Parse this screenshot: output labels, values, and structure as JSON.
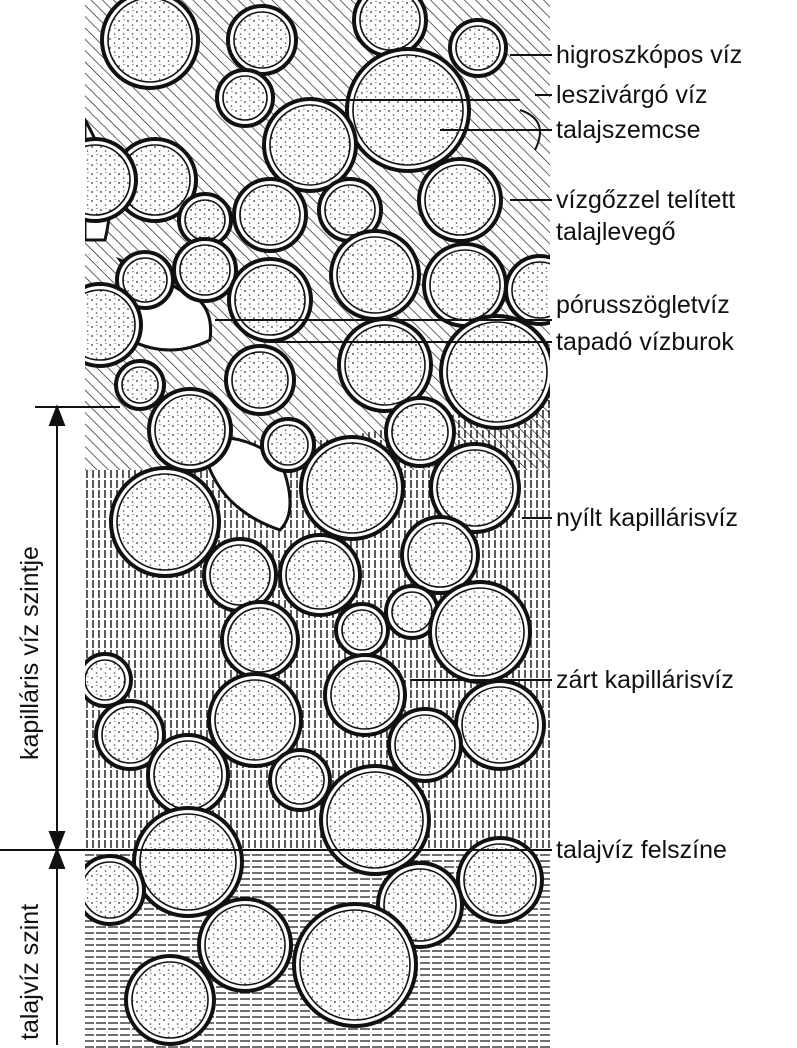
{
  "labels": {
    "hygroscopic": "higroszkópos víz",
    "seeping": "leszivárgó víz",
    "grain": "talajszemcse",
    "vapor_line1": "vízgőzzel telített",
    "vapor_line2": "talajlevegő",
    "pore_angle": "pórusszögletvíz",
    "film": "tapadó vízburok",
    "open_cap": "nyílt kapillárisvíz",
    "closed_cap": "zárt kapillárisvíz",
    "gw_surface": "talajvíz felszíne"
  },
  "side_labels": {
    "capillary_level": "kapilláris víz szintje",
    "groundwater_level": "talajvíz szint"
  }
}
